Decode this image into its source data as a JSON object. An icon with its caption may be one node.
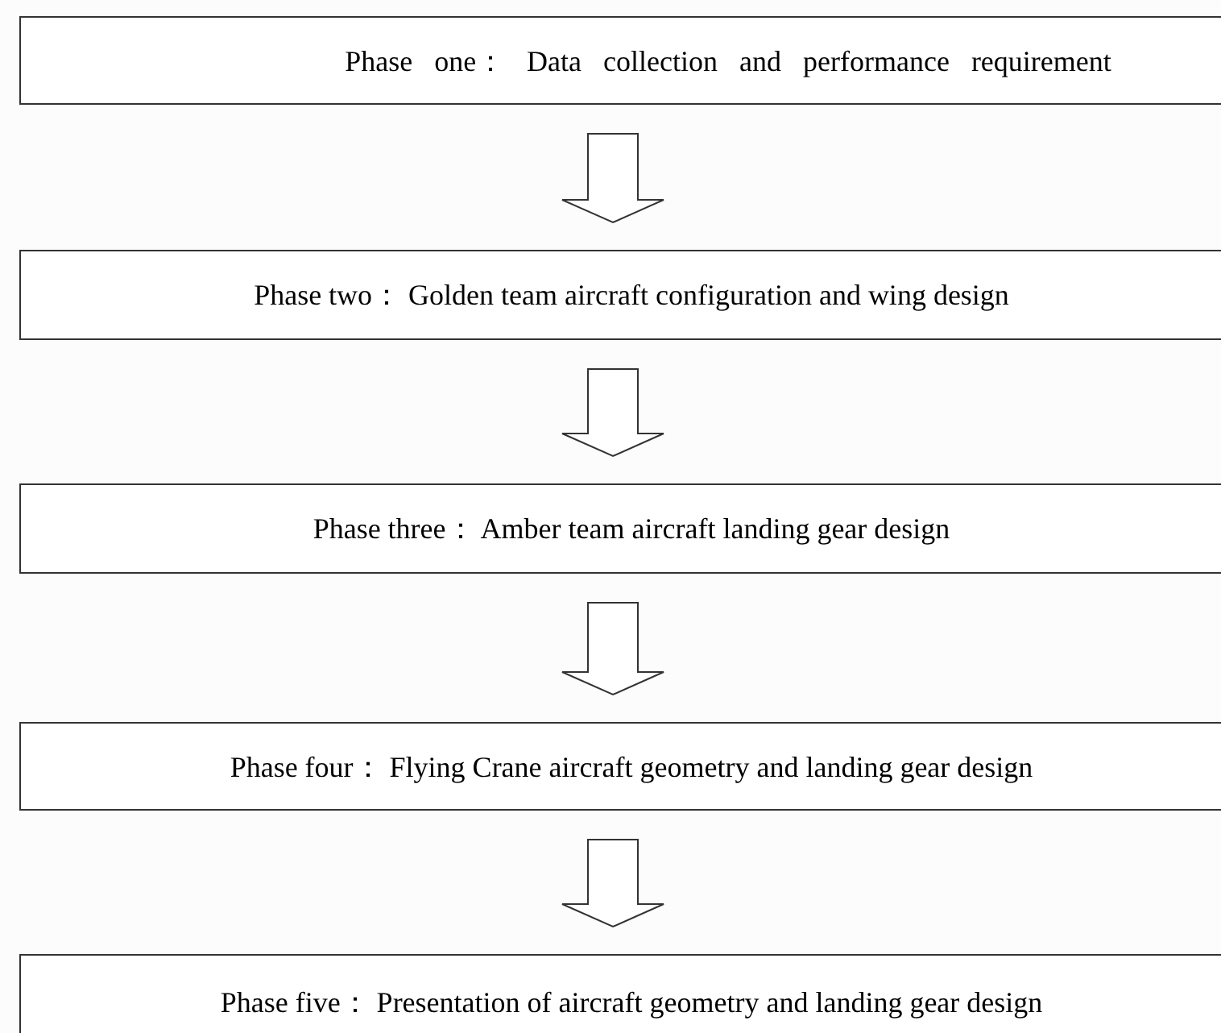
{
  "diagram": {
    "nodes": [
      {
        "text": [
          "Phase one： Data collection and performance requirement"
        ]
      },
      {
        "text": [
          "Phase two： Golden team aircraft configuration and wing design"
        ]
      },
      {
        "text": [
          "Phase three： Amber team aircraft landing gear design"
        ]
      },
      {
        "text": [
          "Phase four： Flying Crane aircraft geometry and landing gear design"
        ]
      },
      {
        "text": [
          "Phase five： Presentation of aircraft geometry and landing gear design"
        ]
      }
    ],
    "edges": [
      {
        "from": 0,
        "to": 1,
        "arrow": "to"
      },
      {
        "from": 1,
        "to": 2,
        "arrow": "to"
      },
      {
        "from": 2,
        "to": 3,
        "arrow": "to"
      },
      {
        "from": 3,
        "to": 4,
        "arrow": "to"
      }
    ]
  }
}
